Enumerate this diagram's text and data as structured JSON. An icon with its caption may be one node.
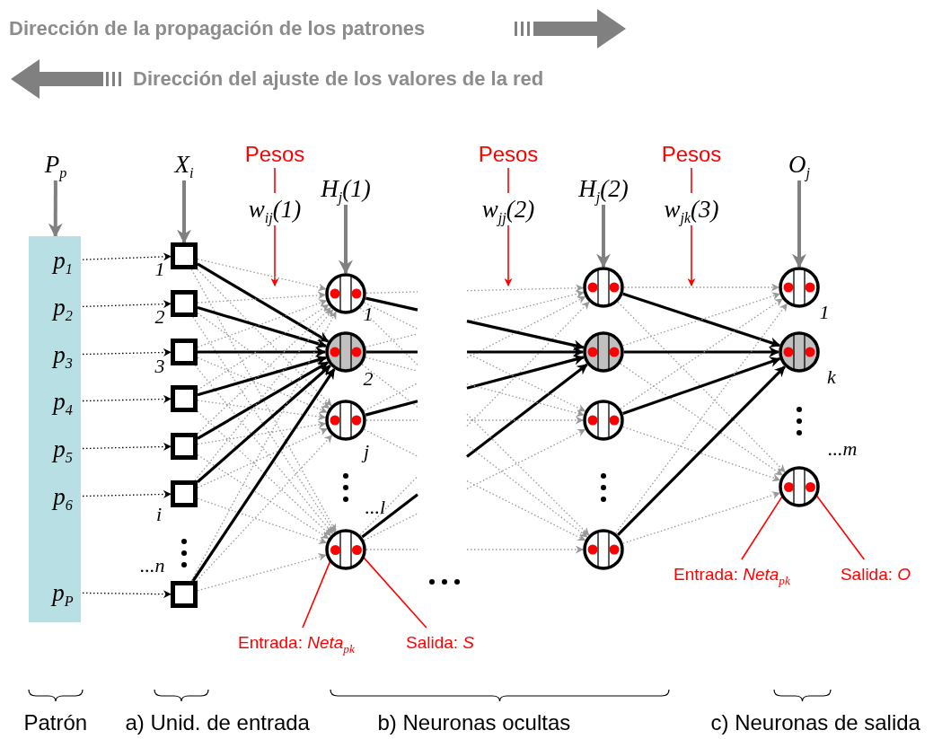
{
  "diagram": {
    "nodes": [
      {
        "text": [
          "P$_{p}$"
        ]
      },
      {
        "text": [
          "X$_{i}$"
        ]
      },
      {
        "text": [
          "Pesos"
        ]
      },
      {
        "text": [
          "w$_{ij}$(1)"
        ]
      },
      {
        "text": [
          "H$_{j}$(1)"
        ]
      },
      {
        "text": [
          "Pesos"
        ]
      },
      {
        "text": [
          "w$_{jj}$(2)"
        ]
      },
      {
        "text": [
          "H$_{j}$(2)"
        ]
      },
      {
        "text": [
          "Pesos"
        ]
      },
      {
        "text": [
          "w$_{jk}$(3)"
        ]
      },
      {
        "text": [
          "O$_{j}$"
        ]
      },
      {
        "text": [],
        "shape": "bar"
      },
      {
        "text": [
          "p$_{1}$"
        ],
        "in": 11
      },
      {
        "text": [
          "p$_{2}$"
        ],
        "in": 11
      },
      {
        "text": [
          "p$_{3}$"
        ],
        "in": 11
      },
      {
        "text": [
          "p$_{4}$"
        ],
        "in": 11
      },
      {
        "text": [
          "p$_{5}$"
        ],
        "in": 11
      },
      {
        "text": [
          "p$_{6}$"
        ],
        "in": 11
      },
      {
        "text": [
          "p$_{P}$"
        ],
        "in": 11
      },
      {
        "text": [],
        "shape": "box",
        "beside": [
          "1"
        ]
      },
      {
        "text": [],
        "shape": "box",
        "beside": [
          "2"
        ]
      },
      {
        "text": [],
        "shape": "box",
        "beside": [
          "3"
        ]
      },
      {
        "text": [],
        "shape": "box"
      },
      {
        "text": [],
        "shape": "box"
      },
      {
        "text": [],
        "shape": "box",
        "beside": [
          "i"
        ]
      },
      {
        "text": [],
        "shape": "box",
        "beside": [
          "...n"
        ]
      },
      {
        "text": [],
        "shape": "circle",
        "beside": [
          "1"
        ]
      },
      {
        "text": [],
        "shape": "circle",
        "beside": [
          "2"
        ]
      },
      {
        "text": [],
        "shape": "circle",
        "beside": [
          "j"
        ]
      },
      {
        "text": [],
        "shape": "circle",
        "beside": [
          "...l"
        ]
      },
      {
        "text": [],
        "shape": "circle"
      },
      {
        "text": [],
        "shape": "circle"
      },
      {
        "text": [],
        "shape": "circle"
      },
      {
        "text": [],
        "shape": "circle"
      },
      {
        "text": [],
        "shape": "circle",
        "beside": [
          "1"
        ]
      },
      {
        "text": [],
        "shape": "circle",
        "beside": [
          "k"
        ]
      },
      {
        "text": [],
        "shape": "circle",
        "beside": [
          "...m"
        ]
      },
      {
        "text": [],
        "shape": "circle",
        "in": 29
      },
      {
        "text": [],
        "shape": "circle",
        "in": 29
      },
      {
        "text": [],
        "shape": "circle",
        "in": 36
      },
      {
        "text": [],
        "shape": "circle",
        "in": 36
      },
      {
        "text": [
          "Entrada: *Neta*$_{pk}$"
        ]
      },
      {
        "text": [
          "Salida: *S*"
        ]
      },
      {
        "text": [
          "Entrada: *Neta*$_{pk}$"
        ]
      },
      {
        "text": [
          "Salida: *O*"
        ]
      }
    ],
    "edges": [
      {
        "from": 0,
        "to": 11,
        "arrow": "to",
        "style": "thick",
        "color": "#808080"
      },
      {
        "from": 1,
        "to": 19,
        "arrow": "to",
        "style": "thick",
        "color": "#808080"
      },
      {
        "from": 4,
        "to": 26,
        "arrow": "to",
        "style": "thick",
        "color": "#808080"
      },
      {
        "from": 7,
        "to": 30,
        "arrow": "to",
        "style": "thick",
        "color": "#808080"
      },
      {
        "from": 10,
        "to": 34,
        "arrow": "to",
        "style": "thick",
        "color": "#808080"
      },
      {
        "from": 2,
        "to": 3,
        "arrow": "none",
        "color": "#ff0000"
      },
      {
        "from": 3,
        "to": null,
        "arrow": "to",
        "color": "#ff0000"
      },
      {
        "from": 5,
        "to": 6,
        "arrow": "none",
        "color": "#ff0000"
      },
      {
        "from": 6,
        "to": null,
        "arrow": "to",
        "color": "#ff0000"
      },
      {
        "from": 8,
        "to": 9,
        "arrow": "none",
        "color": "#ff0000"
      },
      {
        "from": 9,
        "to": null,
        "arrow": "to",
        "color": "#ff0000"
      },
      {
        "from": 12,
        "to": 19,
        "arrow": "to",
        "style": "dashed",
        "color": "#000000"
      },
      {
        "from": 13,
        "to": 20,
        "arrow": "to",
        "style": "dashed",
        "color": "#000000"
      },
      {
        "from": 14,
        "to": 21,
        "arrow": "to",
        "style": "dashed",
        "color": "#000000"
      },
      {
        "from": 15,
        "to": 22,
        "arrow": "to",
        "style": "dashed",
        "color": "#000000"
      },
      {
        "from": 16,
        "to": 23,
        "arrow": "to",
        "style": "dashed",
        "color": "#000000"
      },
      {
        "from": 17,
        "to": 24,
        "arrow": "to",
        "style": "dashed",
        "color": "#000000"
      },
      {
        "from": 18,
        "to": 25,
        "arrow": "to",
        "style": "dashed",
        "color": "#000000"
      },
      {
        "from": 19,
        "to": 26,
        "arrow": "to",
        "style": "dashed",
        "color": "#999999"
      },
      {
        "from": 19,
        "to": 27,
        "arrow": "to",
        "style": "thick",
        "color": "#000000"
      },
      {
        "from": 19,
        "to": 28,
        "arrow": "to",
        "style": "dashed",
        "color": "#999999"
      },
      {
        "from": 19,
        "to": 29,
        "arrow": "to",
        "style": "dashed",
        "color": "#999999"
      },
      {
        "from": 20,
        "to": 26,
        "arrow": "to",
        "style": "dashed",
        "color": "#999999"
      },
      {
        "from": 20,
        "to": 27,
        "arrow": "to",
        "style": "thick",
        "color": "#000000"
      },
      {
        "from": 20,
        "to": 28,
        "arrow": "to",
        "style": "dashed",
        "color": "#999999"
      },
      {
        "from": 20,
        "to": 29,
        "arrow": "to",
        "style": "dashed",
        "color": "#999999"
      },
      {
        "from": 21,
        "to": 26,
        "arrow": "to",
        "style": "dashed",
        "color": "#999999"
      },
      {
        "from": 21,
        "to": 27,
        "arrow": "to",
        "style": "thick",
        "color": "#000000"
      },
      {
        "from": 21,
        "to": 28,
        "arrow": "to",
        "style": "dashed",
        "color": "#999999"
      },
      {
        "from": 21,
        "to": 29,
        "arrow": "to",
        "style": "dashed",
        "color": "#999999"
      },
      {
        "from": 22,
        "to": 26,
        "arrow": "to",
        "style": "dashed",
        "color": "#999999"
      },
      {
        "from": 22,
        "to": 27,
        "arrow": "to",
        "style": "thick",
        "color": "#000000"
      },
      {
        "from": 22,
        "to": 28,
        "arrow": "to",
        "style": "dashed",
        "color": "#999999"
      },
      {
        "from": 22,
        "to": 29,
        "arrow": "to",
        "style": "dashed",
        "color": "#999999"
      },
      {
        "from": 23,
        "to": 26,
        "arrow": "to",
        "style": "dashed",
        "color": "#999999"
      },
      {
        "from": 23,
        "to": 27,
        "arrow": "to",
        "style": "thick",
        "color": "#000000"
      },
      {
        "from": 23,
        "to": 28,
        "arrow": "to",
        "style": "dashed",
        "color": "#999999"
      },
      {
        "from": 23,
        "to": 29,
        "arrow": "to",
        "style": "dashed",
        "color": "#999999"
      },
      {
        "from": 24,
        "to": 26,
        "arrow": "to",
        "style": "dashed",
        "color": "#999999"
      },
      {
        "from": 24,
        "to": 27,
        "arrow": "to",
        "style": "thick",
        "color": "#000000"
      },
      {
        "from": 24,
        "to": 28,
        "arrow": "to",
        "style": "dashed",
        "color": "#999999"
      },
      {
        "from": 24,
        "to": 29,
        "arrow": "to",
        "style": "dashed",
        "color": "#999999"
      },
      {
        "from": 25,
        "to": 26,
        "arrow": "to",
        "style": "dashed",
        "color": "#999999"
      },
      {
        "from": 25,
        "to": 27,
        "arrow": "to",
        "style": "thick",
        "color": "#000000"
      },
      {
        "from": 25,
        "to": 28,
        "arrow": "to",
        "style": "dashed",
        "color": "#999999"
      },
      {
        "from": 25,
        "to": 29,
        "arrow": "to",
        "style": "dashed",
        "color": "#999999"
      },
      {
        "from": 26,
        "to": null,
        "arrow": "none",
        "style": "thick",
        "color": "#000000"
      },
      {
        "from": 26,
        "to": null,
        "arrow": "none",
        "style": "dashed",
        "color": "#999999"
      },
      {
        "from": 26,
        "to": null,
        "arrow": "none",
        "style": "dashed",
        "color": "#999999"
      },
      {
        "from": 26,
        "to": null,
        "arrow": "none",
        "style": "dashed",
        "color": "#999999"
      },
      {
        "from": 27,
        "to": null,
        "arrow": "none",
        "style": "thick",
        "color": "#000000"
      },
      {
        "from": 27,
        "to": null,
        "arrow": "none",
        "style": "dashed",
        "color": "#999999"
      },
      {
        "from": 27,
        "to": null,
        "arrow": "none",
        "style": "dashed",
        "color": "#999999"
      },
      {
        "from": 27,
        "to": null,
        "arrow": "none",
        "style": "dashed",
        "color": "#999999"
      },
      {
        "from": 28,
        "to": null,
        "arrow": "none",
        "style": "thick",
        "color": "#000000"
      },
      {
        "from": 28,
        "to": null,
        "arrow": "none",
        "style": "dashed",
        "color": "#999999"
      },
      {
        "from": 28,
        "to": null,
        "arrow": "none",
        "style": "dashed",
        "color": "#999999"
      },
      {
        "from": 28,
        "to": null,
        "arrow": "none",
        "style": "dashed",
        "color": "#999999"
      },
      {
        "from": 29,
        "to": null,
        "arrow": "none",
        "style": "thick",
        "color": "#000000"
      },
      {
        "from": 29,
        "to": null,
        "arrow": "none",
        "style": "dashed",
        "color": "#999999"
      },
      {
        "from": 29,
        "to": null,
        "arrow": "none",
        "style": "dashed",
        "color": "#999999"
      },
      {
        "from": 29,
        "to": null,
        "arrow": "none",
        "style": "dashed",
        "color": "#999999"
      },
      {
        "from": null,
        "to": 30,
        "arrow": "to",
        "style": "dashed",
        "color": "#999999"
      },
      {
        "from": null,
        "to": 30,
        "arrow": "to",
        "style": "dashed",
        "color": "#999999"
      },
      {
        "from": null,
        "to": 30,
        "arrow": "to",
        "style": "dashed",
        "color": "#999999"
      },
      {
        "from": null,
        "to": 30,
        "arrow": "to",
        "style": "dashed",
        "color": "#999999"
      },
      {
        "from": null,
        "to": 31,
        "arrow": "to",
        "style": "thick",
        "color": "#000000"
      },
      {
        "from": null,
        "to": 31,
        "arrow": "to",
        "style": "thick",
        "color": "#000000"
      },
      {
        "from": null,
        "to": 31,
        "arrow": "to",
        "style": "thick",
        "color": "#000000"
      },
      {
        "from": null,
        "to": 31,
        "arrow": "to",
        "style": "thick",
        "color": "#000000"
      },
      {
        "from": null,
        "to": 32,
        "arrow": "to",
        "style": "dashed",
        "color": "#999999"
      },
      {
        "from": null,
        "to": 32,
        "arrow": "to",
        "style": "dashed",
        "color": "#999999"
      },
      {
        "from": null,
        "to": 32,
        "arrow": "to",
        "style": "dashed",
        "color": "#999999"
      },
      {
        "from": null,
        "to": 32,
        "arrow": "to",
        "style": "dashed",
        "color": "#999999"
      },
      {
        "from": null,
        "to": 33,
        "arrow": "to",
        "style": "dashed",
        "color": "#999999"
      },
      {
        "from": null,
        "to": 33,
        "arrow": "to",
        "style": "dashed",
        "color": "#999999"
      },
      {
        "from": null,
        "to": 33,
        "arrow": "to",
        "style": "dashed",
        "color": "#999999"
      },
      {
        "from": null,
        "to": 33,
        "arrow": "to",
        "style": "dashed",
        "color": "#999999"
      },
      {
        "from": 30,
        "to": 34,
        "arrow": "to",
        "style": "dashed",
        "color": "#999999"
      },
      {
        "from": 30,
        "to": 35,
        "arrow": "to",
        "style": "thick",
        "color": "#000000"
      },
      {
        "from": 30,
        "to": 36,
        "arrow": "to",
        "style": "dashed",
        "color": "#999999"
      },
      {
        "from": 31,
        "to": 34,
        "arrow": "to",
        "style": "dashed",
        "color": "#999999"
      },
      {
        "from": 31,
        "to": 35,
        "arrow": "to",
        "style": "thick",
        "color": "#000000"
      },
      {
        "from": 31,
        "to": 36,
        "arrow": "to",
        "style": "dashed",
        "color": "#999999"
      },
      {
        "from": 32,
        "to": 34,
        "arrow": "to",
        "style": "dashed",
        "color": "#999999"
      },
      {
        "from": 32,
        "to": 35,
        "arrow": "to",
        "style": "thick",
        "color": "#000000"
      },
      {
        "from": 32,
        "to": 36,
        "arrow": "to",
        "style": "dashed",
        "color": "#999999"
      },
      {
        "from": 33,
        "to": 34,
        "arrow": "to",
        "style": "dashed",
        "color": "#999999"
      },
      {
        "from": 33,
        "to": 35,
        "arrow": "to",
        "style": "thick",
        "color": "#000000"
      },
      {
        "from": 33,
        "to": 36,
        "arrow": "to",
        "style": "dashed",
        "color": "#999999"
      },
      {
        "from": 41,
        "to": 37,
        "arrow": "none",
        "color": "#ff0000"
      },
      {
        "from": 42,
        "to": 38,
        "arrow": "none",
        "color": "#ff0000"
      },
      {
        "from": 43,
        "to": 39,
        "arrow": "none",
        "color": "#ff0000"
      },
      {
        "from": 44,
        "to": 40,
        "arrow": "none",
        "color": "#ff0000"
      }
    ],
    "labels": [
      "Dirección de la propagación de los patrones",
      "Dirección del ajuste de los valores de la red",
      "Patrón",
      "a) Unid. de entrada",
      "b) Neuronas ocultas",
      "c) Neuronas de salida"
    ]
  }
}
